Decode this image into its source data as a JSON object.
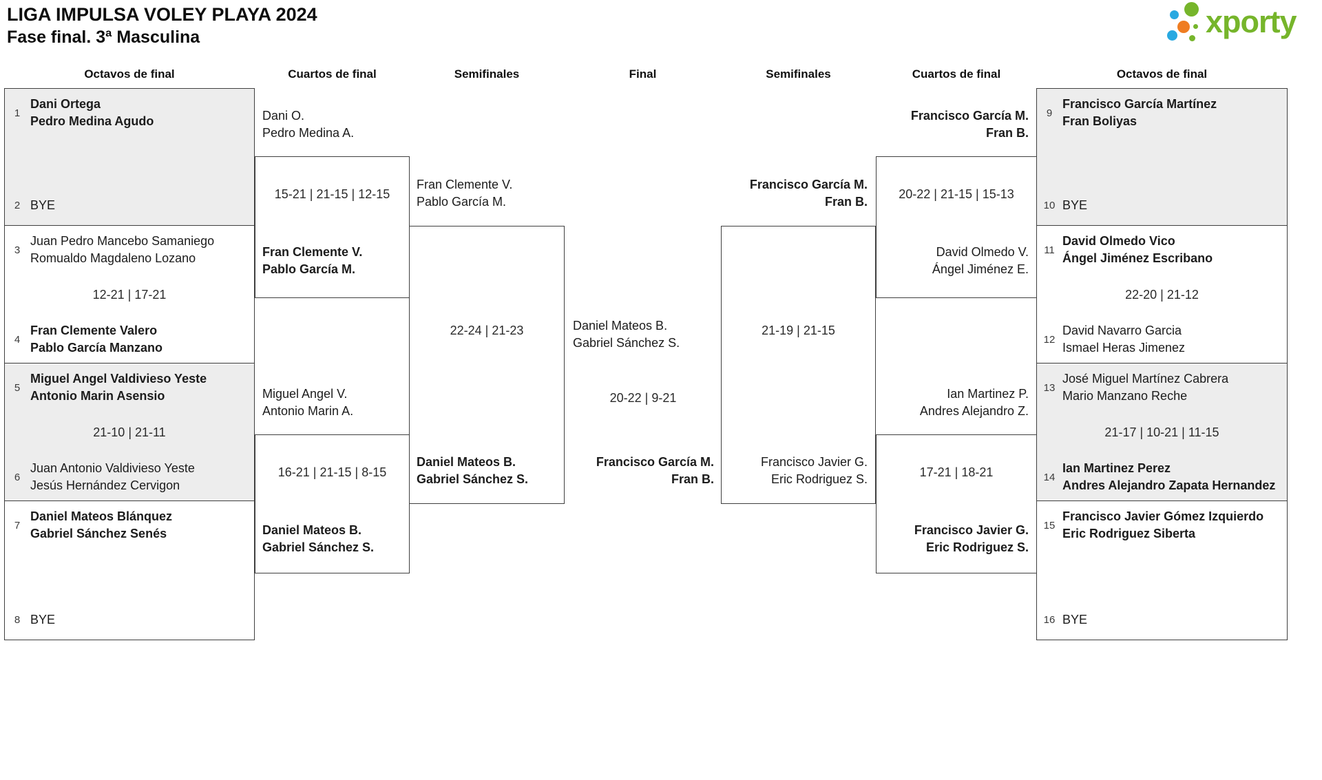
{
  "title": {
    "line1": "LIGA IMPULSA VOLEY PLAYA 2024",
    "line2": "Fase final. 3ª Masculina"
  },
  "logo": {
    "brand": "xporty"
  },
  "colors": {
    "brand_green": "#76b52b",
    "dot_blue": "#29a9e1",
    "dot_orange": "#ef7d22",
    "box_border": "#3f3f3f",
    "box_shade": "#ededed"
  },
  "headers": [
    "Octavos de final",
    "Cuartos de final",
    "Semifinales",
    "Final",
    "Semifinales",
    "Cuartos de final",
    "Octavos de final"
  ],
  "octavos_left": [
    {
      "t1": {
        "seed": "1",
        "l1": "Dani Ortega",
        "l2": "Pedro Medina Agudo",
        "winner": true
      },
      "t2": {
        "seed": "2",
        "l1": "BYE",
        "winner": false
      }
    },
    {
      "score": "12-21 | 17-21",
      "t1": {
        "seed": "3",
        "l1": "Juan Pedro Mancebo Samaniego",
        "l2": "Romualdo Magdaleno Lozano",
        "winner": false
      },
      "t2": {
        "seed": "4",
        "l1": "Fran Clemente Valero",
        "l2": "Pablo García Manzano",
        "winner": true
      }
    },
    {
      "score": "21-10 | 21-11",
      "t1": {
        "seed": "5",
        "l1": "Miguel Angel Valdivieso Yeste",
        "l2": "Antonio Marin Asensio",
        "winner": true
      },
      "t2": {
        "seed": "6",
        "l1": "Juan Antonio Valdivieso Yeste",
        "l2": "Jesús Hernández Cervigon",
        "winner": false
      }
    },
    {
      "t1": {
        "seed": "7",
        "l1": "Daniel Mateos Blánquez",
        "l2": "Gabriel Sánchez Senés",
        "winner": true
      },
      "t2": {
        "seed": "8",
        "l1": "BYE",
        "winner": false
      }
    }
  ],
  "octavos_right": [
    {
      "t1": {
        "seed": "9",
        "l1": "Francisco García Martínez",
        "l2": "Fran Boliyas",
        "winner": true
      },
      "t2": {
        "seed": "10",
        "l1": "BYE",
        "winner": false
      }
    },
    {
      "score": "22-20 | 21-12",
      "t1": {
        "seed": "11",
        "l1": "David Olmedo Vico",
        "l2": "Ángel Jiménez Escribano",
        "winner": true
      },
      "t2": {
        "seed": "12",
        "l1": "David Navarro Garcia",
        "l2": "Ismael Heras Jimenez",
        "winner": false
      }
    },
    {
      "score": "21-17 | 10-21 | 11-15",
      "t1": {
        "seed": "13",
        "l1": "José Miguel Martínez Cabrera",
        "l2": "Mario Manzano Reche",
        "winner": false
      },
      "t2": {
        "seed": "14",
        "l1": "Ian Martinez Perez",
        "l2": "Andres Alejandro Zapata Hernandez",
        "winner": true
      }
    },
    {
      "t1": {
        "seed": "15",
        "l1": "Francisco Javier Gómez Izquierdo",
        "l2": "Eric Rodriguez Siberta",
        "winner": true
      },
      "t2": {
        "seed": "16",
        "l1": "BYE",
        "winner": false
      }
    }
  ],
  "cuartos_left": [
    {
      "score": "15-21 | 21-15 | 12-15",
      "p1": {
        "l1": "Dani O.",
        "l2": "Pedro Medina A.",
        "winner": false
      },
      "p2": {
        "l1": "Fran Clemente V.",
        "l2": "Pablo García M.",
        "winner": true
      }
    },
    {
      "score": "16-21 | 21-15 | 8-15",
      "p1": {
        "l1": "Miguel Angel V.",
        "l2": "Antonio Marin A.",
        "winner": false
      },
      "p2": {
        "l1": "Daniel Mateos B.",
        "l2": "Gabriel Sánchez S.",
        "winner": true
      }
    }
  ],
  "cuartos_right": [
    {
      "score": "20-22 | 21-15 | 15-13",
      "p1": {
        "l1": "Francisco García M.",
        "l2": "Fran B.",
        "winner": true
      },
      "p2": {
        "l1": "David Olmedo V.",
        "l2": "Ángel Jiménez E.",
        "winner": false
      }
    },
    {
      "score": "17-21 | 18-21",
      "p1": {
        "l1": "Ian Martinez P.",
        "l2": "Andres Alejandro Z.",
        "winner": false
      },
      "p2": {
        "l1": "Francisco Javier G.",
        "l2": "Eric Rodriguez S.",
        "winner": true
      }
    }
  ],
  "semis_left": {
    "score": "22-24 | 21-23",
    "p1": {
      "l1": "Fran Clemente V.",
      "l2": "Pablo García M.",
      "winner": false
    },
    "p2": {
      "l1": "Daniel Mateos B.",
      "l2": "Gabriel Sánchez S.",
      "winner": true
    }
  },
  "semis_right": {
    "score": "21-19 | 21-15",
    "p1": {
      "l1": "Francisco García M.",
      "l2": "Fran B.",
      "winner": true
    },
    "p2": {
      "l1": "Francisco Javier G.",
      "l2": "Eric Rodriguez S.",
      "winner": false
    }
  },
  "final": {
    "score": "20-22 | 9-21",
    "p1": {
      "l1": "Daniel Mateos B.",
      "l2": "Gabriel Sánchez S.",
      "winner": false
    },
    "p2": {
      "l1": "Francisco García M.",
      "l2": "Fran B.",
      "winner": true
    }
  }
}
